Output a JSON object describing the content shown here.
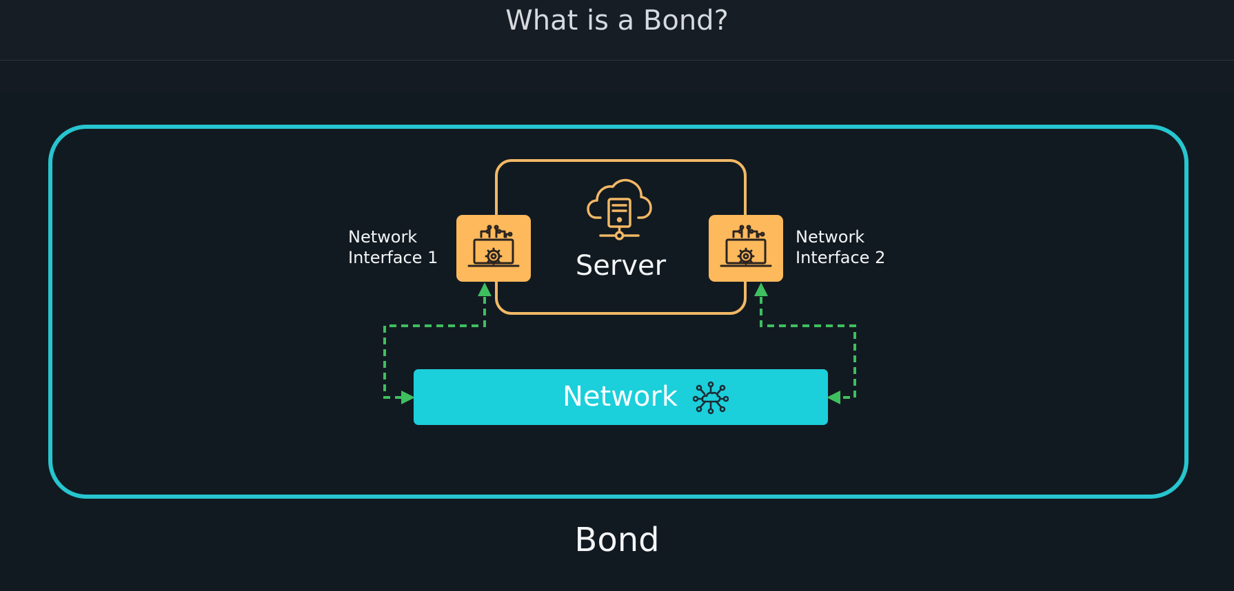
{
  "header": {
    "title": "What is a Bond?"
  },
  "diagram": {
    "server": {
      "label": "Server",
      "icon": "cloud-server-icon"
    },
    "nic1": {
      "label_line1": "Network",
      "label_line2": "Interface 1",
      "icon": "laptop-circuit-gear-icon"
    },
    "nic2": {
      "label_line1": "Network",
      "label_line2": "Interface 2",
      "icon": "laptop-circuit-gear-icon"
    },
    "network": {
      "label": "Network",
      "icon": "network-nodes-icon"
    },
    "bond": {
      "label": "Bond"
    }
  },
  "colors": {
    "background": "#121a21",
    "bond_border": "#27c5cf",
    "server_border": "#f2b866",
    "nic_fill": "#fdb95c",
    "network_fill": "#1bcfdb",
    "connector": "#3fbf5f"
  }
}
